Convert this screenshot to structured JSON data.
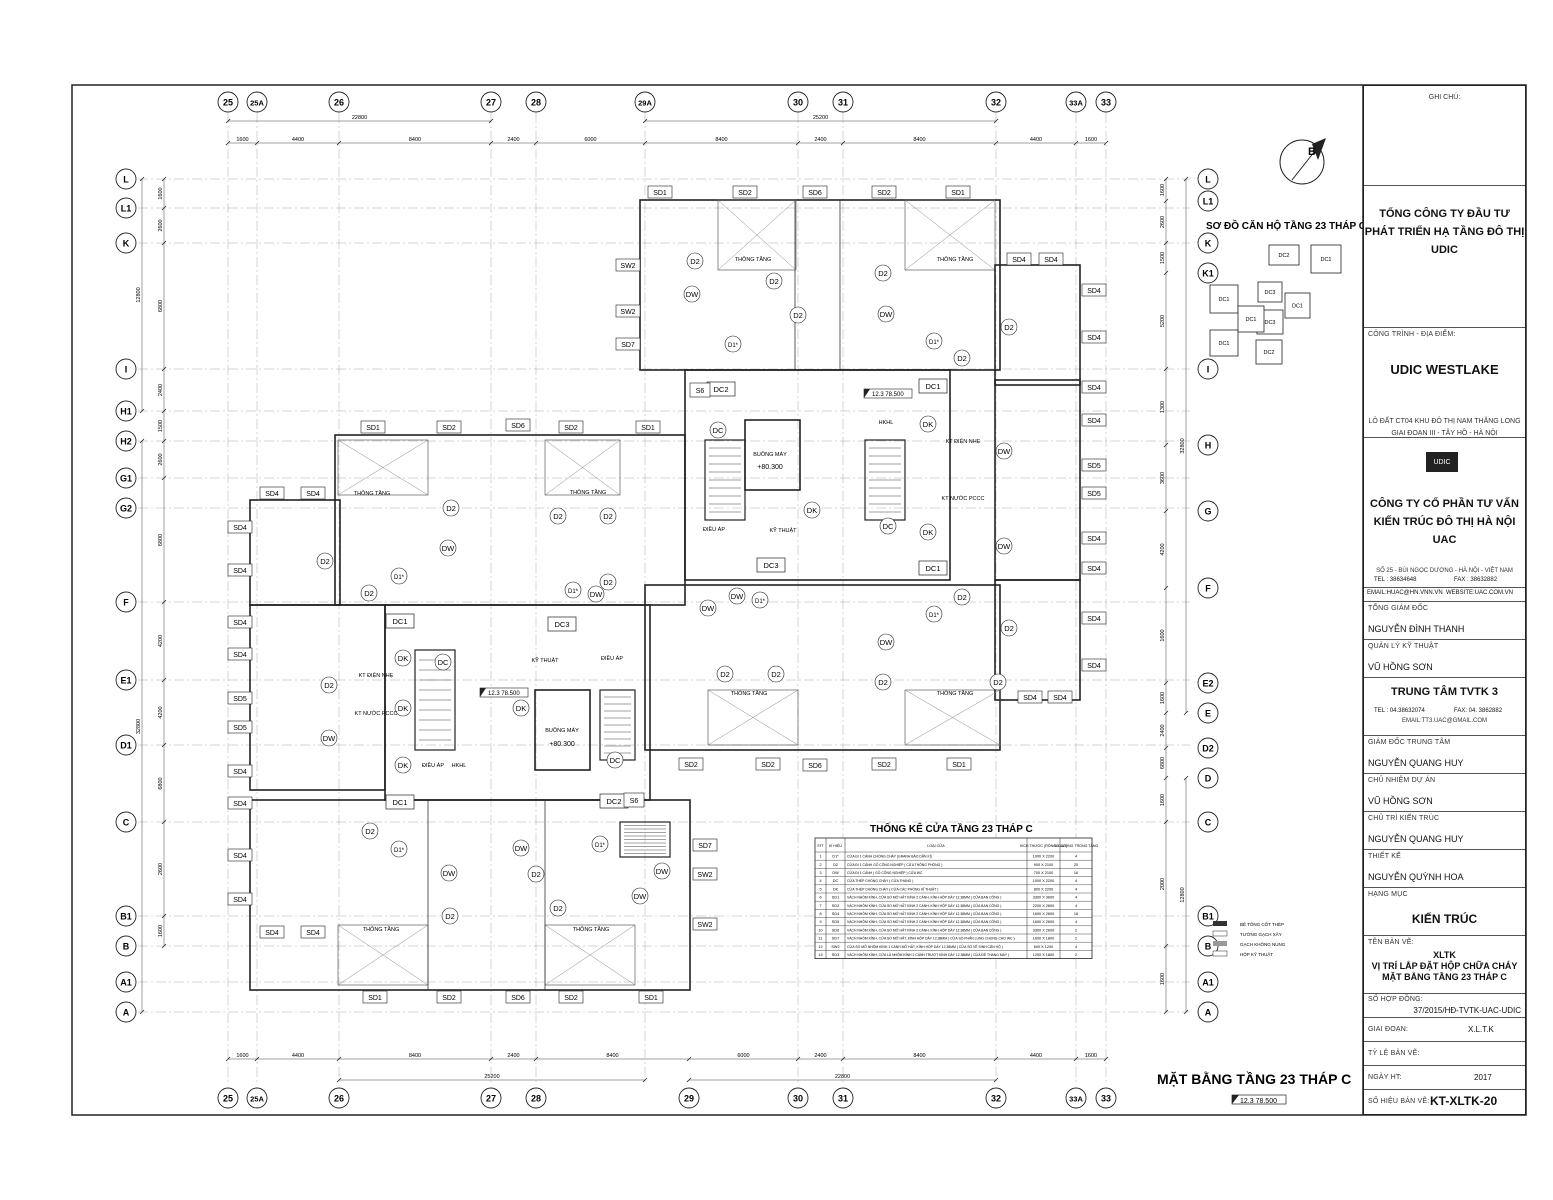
{
  "plan": {
    "title": "MẶT BẰNG TẦNG 23 THÁP C",
    "elevation_tag": "12.3 78.500",
    "elevation_tags_inside": [
      "12.3 78.500",
      "12.3 78.500"
    ],
    "north_label": "B",
    "top_axes": [
      "25",
      "25A",
      "26",
      "27",
      "28",
      "29A",
      "30",
      "31",
      "32",
      "33A",
      "33"
    ],
    "bottom_axes": [
      "25",
      "25A",
      "26",
      "27",
      "28",
      "29",
      "30",
      "31",
      "32",
      "33A",
      "33"
    ],
    "left_axes": [
      "L",
      "L1",
      "K",
      "I",
      "H1",
      "H2",
      "G1",
      "G2",
      "F",
      "E1",
      "D1",
      "C",
      "B1",
      "B",
      "A1",
      "A"
    ],
    "right_axes": [
      "L",
      "L1",
      "K",
      "K1",
      "I",
      "H",
      "G",
      "F",
      "E2",
      "E",
      "D2",
      "D",
      "C",
      "B1",
      "B",
      "A1",
      "A"
    ],
    "top_dims": [
      "1600",
      "4400",
      "8400",
      "2400",
      "6000",
      "8400",
      "2400",
      "8400",
      "4400",
      "1600"
    ],
    "top_total_dims": [
      "22800",
      "25200"
    ],
    "bottom_dims": [
      "1600",
      "4400",
      "8400",
      "2400",
      "8400",
      "6000",
      "2400",
      "8400",
      "4400",
      "1600"
    ],
    "bottom_total_dims": [
      "25200",
      "22800"
    ],
    "left_dims": [
      "1600",
      "2600",
      "6800",
      "2400",
      "1500",
      "2600",
      "6800",
      "4200",
      "4200",
      "6800",
      "2600",
      "1600"
    ],
    "left_total_dims": [
      "12800",
      "32800"
    ],
    "right_dims": [
      "1600",
      "2600",
      "1500",
      "5200",
      "1300",
      "3600",
      "4200",
      "1600",
      "1600",
      "2400",
      "6800",
      "1600",
      "2000",
      "1600"
    ],
    "right_total_dims": [
      "32800",
      "12800"
    ],
    "room_tags": {
      "doors_d2": "D2",
      "doors_d1s": "D1*",
      "dw": "DW",
      "dk": "DK",
      "dc": "DC",
      "dc1": "DC1",
      "dc2": "DC2",
      "dc3": "DC3",
      "s6": "S6",
      "thong_tang": "THÔNG TẦNG",
      "buong_may": "BUỒNG MÁY",
      "buong_may_level": "+80.300",
      "dieu_ap": "ĐIỀU ÁP",
      "ky_thuat": "KỸ THUẬT",
      "kt_dien_nhe": "KT ĐIỆN NHẸ",
      "kt_nuoc_pccc": "KT NƯỚC PCCC",
      "hkhl": "HKHL"
    },
    "windows": [
      "SD1",
      "SD2",
      "SD4",
      "SD5",
      "SD6",
      "SD7",
      "SW2"
    ]
  },
  "key_plan": {
    "title": "SƠ ĐỒ CĂN HỘ TẦNG 23 THÁP C",
    "units": [
      "DC2",
      "DC1",
      "DC1",
      "DC3",
      "DC1",
      "DC3",
      "DC1",
      "DC1",
      "DC2"
    ]
  },
  "door_schedule": {
    "title": "THỐNG KÊ CỬA TẦNG 23 THÁP C",
    "headers": [
      "STT",
      "KÍ HIỆU",
      "LOẠI CỬA",
      "KÍCH THƯỚC (RỘNG×CAO)",
      "SỐ LƯỢNG TRONG TẦNG"
    ],
    "rows": [
      [
        "1",
        "D1*",
        "CỬA ĐI 1 CÁNH CHỐNG CHÁY (GRANH BẢO DẪN KÍ)",
        "1000 X 2200",
        "4"
      ],
      [
        "2",
        "D2",
        "CỬA ĐI 1 CÁNH GỖ CÔNG NGHIỆP ( CỬA THÔNG PHÒNG )",
        "900 X 2100",
        "20"
      ],
      [
        "3",
        "DW",
        "CỬA ĐI 1 CÁNH ( GỖ CÔNG NGHIỆP ) CỬA WC",
        "700 X 2100",
        "16"
      ],
      [
        "4",
        "DC",
        "CỬA THÉP CHỐNG CHÁY ( CỬA THANG )",
        "1000 X 2200",
        "4"
      ],
      [
        "5",
        "DK",
        "CỬA THÉP CHỐNG CHÁY ( CỬA CÁC PHÒNG KĨ THUẬT )",
        "800 X 2200",
        "4"
      ],
      [
        "6",
        "SD1",
        "VÁCH NHÔM KÍNH, CỬA SỔ MỞ HẤT KÍNH 2 CÁNH, KÍNH HỘP DÀY 12.38MM ( CỬA BAN CÔNG )",
        "3300 X 3600",
        "4"
      ],
      [
        "7",
        "SD2",
        "VÁCH NHÔM KÍNH, CỬA SỔ MỞ HẤT KÍNH 2 CÁNH, KÍNH HỘP DÀY 12.38MM ( CỬA BAN CÔNG )",
        "2200 X 2600",
        "4"
      ],
      [
        "8",
        "SD4",
        "VÁCH NHÔM KÍNH, CỬA SỔ MỞ HẤT KÍNH 2 CÁNH, KÍNH HỘP DÀY 12.38MM ( CỬA BAN CÔNG )",
        "1600 X 2600",
        "16"
      ],
      [
        "9",
        "SD5",
        "VÁCH NHÔM KÍNH, CỬA SỔ MỞ HẤT KÍNH 2 CÁNH, KÍNH HỘP DÀY 12.38MM ( CỬA BAN CÔNG )",
        "1600 X 2600",
        "4"
      ],
      [
        "10",
        "SD6",
        "VÁCH NHÔM KÍNH, CỬA SỔ MỞ HẤT KÍNH 2 CÁNH, KÍNH HỘP DÀY 12.38MM ( CỬA BAN CÔNG )",
        "3300 X 2600",
        "2"
      ],
      [
        "11",
        "SD7",
        "VÁCH NHÔM KÍNH, CỬA SỔ MỞ HẤT, KÍNH HỘP DÀY 12.38MM ( CỬA SỔ PHẢN LUNG CHUNG CHO WC )",
        "1600 X 1800",
        "2"
      ],
      [
        "12",
        "SW2",
        "CỬA SỔ MỞ NHÔM KÍNH 1 CÁNH MỞ HẤT, KÍNH HỘP DÀY 12.38MM ( CỬA SỔ VỆ SINH CĂN HỘ )",
        "600 X 1200",
        "4"
      ],
      [
        "13",
        "SD3",
        "VÁCH NHÔM KÍNH, CỬA LÀ NHÔM KÍNH 2 CÁNH TRƯỢT KÍNH DÀY 12.38MM ( CỬA ĐỂ THANG MÁY )",
        "1200 X 1800",
        "2"
      ]
    ]
  },
  "legend": [
    "BÊ TÔNG CỐT THÉP",
    "TƯỜNG GẠCH XÂY",
    "GẠCH KHÔNG NUNG",
    "HỘP KỸ THUẬT"
  ],
  "title_block": {
    "ghi_chu": "GHI CHÚ:",
    "owner_line1": "TỔNG CÔNG TY ĐẦU TƯ",
    "owner_line2": "PHÁT TRIỂN HẠ TẦNG ĐÔ THỊ",
    "owner_line3": "UDIC",
    "project_label": "CÔNG TRÌNH - ĐỊA ĐIỂM:",
    "project_name": "UDIC WESTLAKE",
    "project_addr1": "LÔ ĐẤT CT04 KHU ĐÔ THỊ NAM THĂNG LONG",
    "project_addr2": "GIAI ĐOẠN III - TÂY HỒ - HÀ NỘI",
    "logo_text": "UDIC",
    "consultant_line1": "CÔNG TY CỔ PHẦN TƯ VẤN",
    "consultant_line2": "KIẾN TRÚC ĐÔ THỊ HÀ NỘI",
    "consultant_line3": "UAC",
    "consultant_addr": "SỐ 25 - BÙI NGỌC DƯƠNG - HÀ NỘI - VIỆT NAM",
    "consultant_tel": "TEL : 38634648",
    "consultant_fax": "FAX : 38632882",
    "consultant_email": "EMAIL:HUAC@HN.VNN.VN",
    "consultant_web": "WEBSITE:UAC.COM.VN",
    "tgd_label": "TỔNG GIÁM ĐỐC",
    "tgd_name": "NGUYỄN ĐÌNH THANH",
    "qlkt_label": "QUẢN LÝ KỸ THUẬT",
    "qlkt_name": "VŨ HỒNG SƠN",
    "center_name": "TRUNG TÂM TVTK 3",
    "center_tel": "TEL : 04.38632074",
    "center_fax": "FAX: 04. 3862882",
    "center_email": "EMAIL:TT3.UAC@GMAIL.COM",
    "gdtt_label": "GIÁM ĐỐC TRUNG TÂM",
    "gdtt_name": "NGUYỄN QUANG HUY",
    "cnda_label": "CHỦ NHIỆM DỰ ÁN",
    "cnda_name": "VŨ HỒNG SƠN",
    "cnkt_label": "CHỦ TRÌ KIẾN TRÚC",
    "cnkt_name": "NGUYỄN QUANG HUY",
    "tk_label": "THIẾT KẾ",
    "tk_name": "NGUYỄN QUỲNH HOA",
    "hm_label": "HẠNG MỤC",
    "hm_value": "KIẾN TRÚC",
    "tbv_label": "TÊN BẢN VẼ:",
    "tbv_line1": "XLTK",
    "tbv_line2": "VỊ TRÍ LẮP ĐẶT  HỘP CHỮA CHÁY",
    "tbv_line3": "MẶT BẰNG TẦNG 23 THÁP C",
    "shd_label": "SỐ HỢP ĐỒNG:",
    "shd_value": "37/2015/HĐ-TVTK-UAC-UDIC",
    "gd_label": "GIAI ĐOẠN:",
    "gd_value": "X.L.T.K",
    "tl_label": "TỶ LỆ BẢN VẼ:",
    "tl_value": "",
    "ngay_label": "NGÀY HT:",
    "ngay_value": "2017",
    "sh_label": "SỐ HIỆU BẢN VẼ:",
    "sh_value": "KT-XLTK-20"
  }
}
